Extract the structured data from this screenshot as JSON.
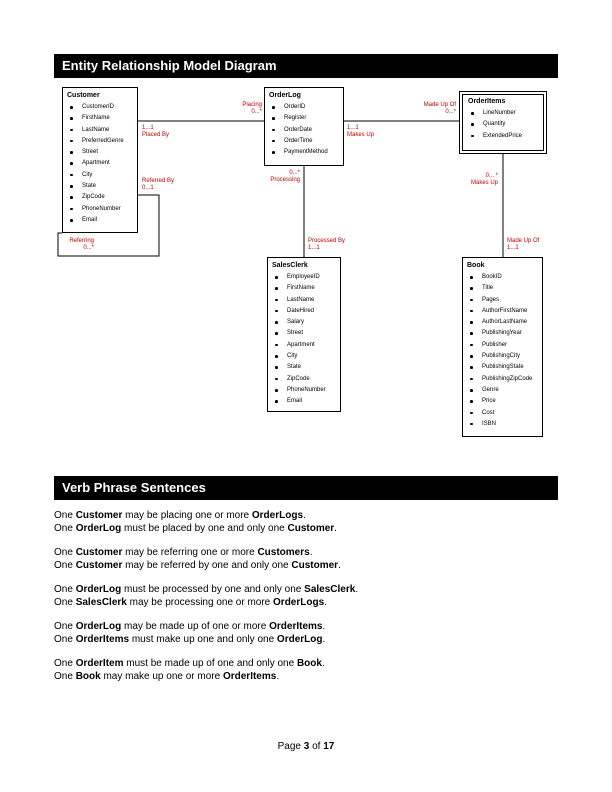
{
  "headers": {
    "diagram": "Entity Relationship Model Diagram",
    "verbs": "Verb Phrase Sentences"
  },
  "entities": {
    "customer": {
      "name": "Customer",
      "attributes": [
        "CustomerID",
        "FirstName",
        "LastName",
        "PreferredGenre",
        "Street",
        "Apartment",
        "City",
        "State",
        "ZipCode",
        "PhoneNumber",
        "Email"
      ]
    },
    "orderlog": {
      "name": "OrderLog",
      "attributes": [
        "OrderID",
        "Register",
        "OrderDate",
        "OrderTime",
        "PaymentMethod"
      ]
    },
    "orderitems": {
      "name": "OrderItems",
      "attributes": [
        "LineNumber",
        "Quantity",
        "ExtendedPrice"
      ]
    },
    "salesclerk": {
      "name": "SalesClerk",
      "attributes": [
        "EmployeeID",
        "FirstName",
        "LastName",
        "DateHired",
        "Salary",
        "Street",
        "Apartment",
        "City",
        "State",
        "ZipCode",
        "PhoneNumber",
        "Email"
      ]
    },
    "book": {
      "name": "Book",
      "attributes": [
        "BookID",
        "Title",
        "Pages",
        "AuthorFirstName",
        "AuthorLastName",
        "PublishingYear",
        "Publisher",
        "PublishingCity",
        "PublishingState",
        "PublishingZipCode",
        "Genre",
        "Price",
        "Cost",
        "ISBN"
      ]
    }
  },
  "relationships": {
    "placing": {
      "verb": "Placing",
      "mult": "0...*"
    },
    "placed_by": {
      "mult": "1...1",
      "verb": "Placed By"
    },
    "made_up_of": {
      "verb": "Made Up Of",
      "mult": "0...*"
    },
    "makes_up_ol": {
      "mult": "1...1",
      "verb": "Makes Up"
    },
    "referred_by": {
      "verb": "Referred By",
      "mult": "0...1"
    },
    "referring": {
      "verb": "Referring",
      "mult": "0...*"
    },
    "processing": {
      "mult": "0...*",
      "verb": "Processing"
    },
    "processed_by": {
      "verb": "Processed By",
      "mult": "1...1"
    },
    "makes_up_book": {
      "mult": "0... *",
      "verb": "Makes Up"
    },
    "made_up_of_book": {
      "verb": "Made Up Of",
      "mult": "1...1"
    }
  },
  "sentences": [
    [
      [
        "One ",
        "b:Customer",
        " may be placing one or more ",
        "b:OrderLogs",
        "."
      ],
      [
        "One ",
        "b:OrderLog",
        " must be placed by one and only one ",
        "b:Customer",
        "."
      ]
    ],
    [
      [
        "One ",
        "b:Customer",
        " may be referring one or more ",
        "b:Customers",
        "."
      ],
      [
        "One ",
        "b:Customer",
        " may be referred by one and only one ",
        "b:Customer",
        "."
      ]
    ],
    [
      [
        "One ",
        "b:OrderLog",
        " must be processed by one and only one ",
        "b:SalesClerk",
        "."
      ],
      [
        "One ",
        "b:SalesClerk",
        " may be processing one or more ",
        "b:OrderLogs",
        "."
      ]
    ],
    [
      [
        "One ",
        "b:OrderLog",
        " may be made up of one or more ",
        "b:OrderItems",
        "."
      ],
      [
        "One ",
        "b:OrderItems",
        " must make up one and only one ",
        "b:OrderLog",
        "."
      ]
    ],
    [
      [
        "One ",
        "b:OrderItem",
        " must be made up of one and only one ",
        "b:Book",
        "."
      ],
      [
        "One ",
        "b:Book",
        " may make up one or more ",
        "b:OrderItems",
        "."
      ]
    ]
  ],
  "footer": {
    "prefix": "Page ",
    "current": "3",
    "middle": " of ",
    "total": "17"
  }
}
